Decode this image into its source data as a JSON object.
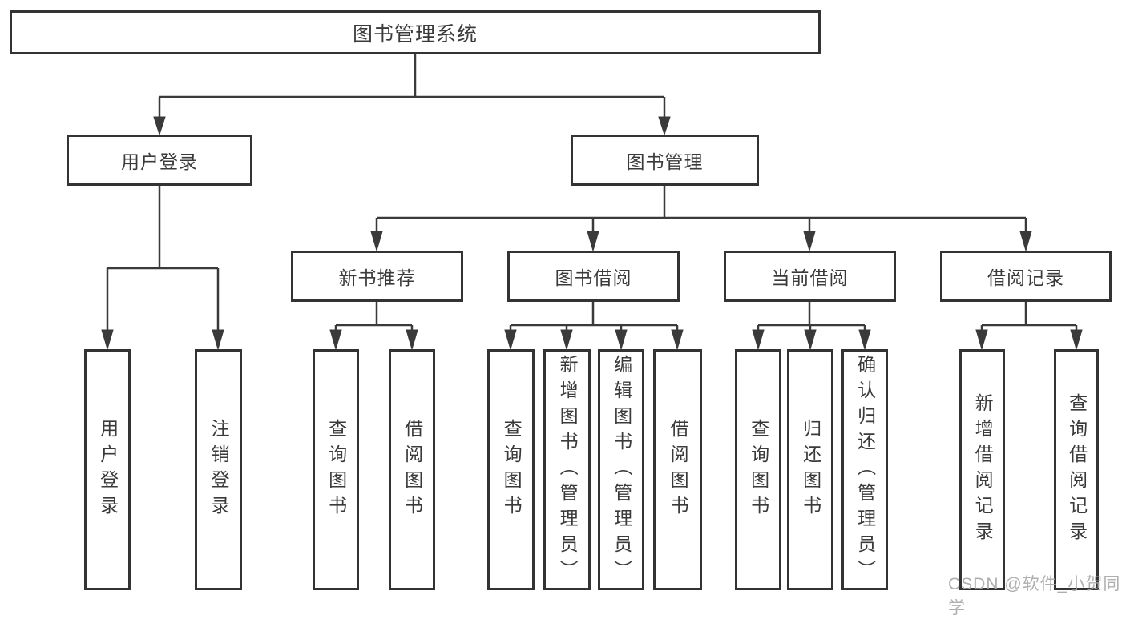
{
  "diagram": {
    "root": {
      "label": "图书管理系统"
    },
    "branches": [
      {
        "label": "用户登录",
        "children": [
          {
            "label": "用户登录"
          },
          {
            "label": "注销登录"
          }
        ]
      },
      {
        "label": "图书管理",
        "groups": [
          {
            "label": "新书推荐",
            "children": [
              {
                "label": "查询图书"
              },
              {
                "label": "借阅图书"
              }
            ]
          },
          {
            "label": "图书借阅",
            "children": [
              {
                "label": "查询图书"
              },
              {
                "label": "新增图书（管理员）"
              },
              {
                "label": "编辑图书（管理员）"
              },
              {
                "label": "借阅图书"
              }
            ]
          },
          {
            "label": "当前借阅",
            "children": [
              {
                "label": "查询图书"
              },
              {
                "label": "归还图书"
              },
              {
                "label": "确认归还（管理员）"
              }
            ]
          },
          {
            "label": "借阅记录",
            "children": [
              {
                "label": "新增借阅记录"
              },
              {
                "label": "查询借阅记录"
              }
            ]
          }
        ]
      }
    ]
  },
  "watermark": {
    "text": "CSDN @软件_小贺同学"
  },
  "colors": {
    "line": "#3a3a3a",
    "text": "#3a3a3a",
    "background": "#ffffff",
    "watermark": "#a8a8a8"
  }
}
